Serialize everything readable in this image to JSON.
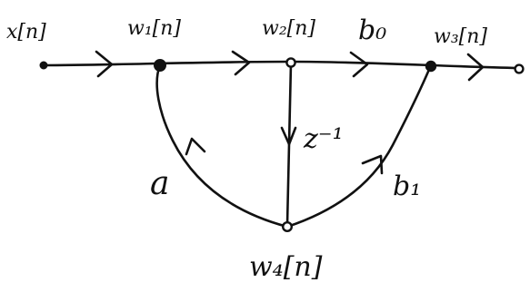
{
  "diagram": {
    "type": "signal-flow-graph",
    "nodes": {
      "input": "x[n]",
      "w1": "w₁[n]",
      "w2": "w₂[n]",
      "w3": "w₃[n]",
      "w4": "w₄[n]"
    },
    "gains": {
      "feedback": "a",
      "b0": "b₀",
      "b1": "b₁",
      "delay": "z⁻¹"
    },
    "ink_color": "#111111",
    "background_color": "#ffffff"
  }
}
